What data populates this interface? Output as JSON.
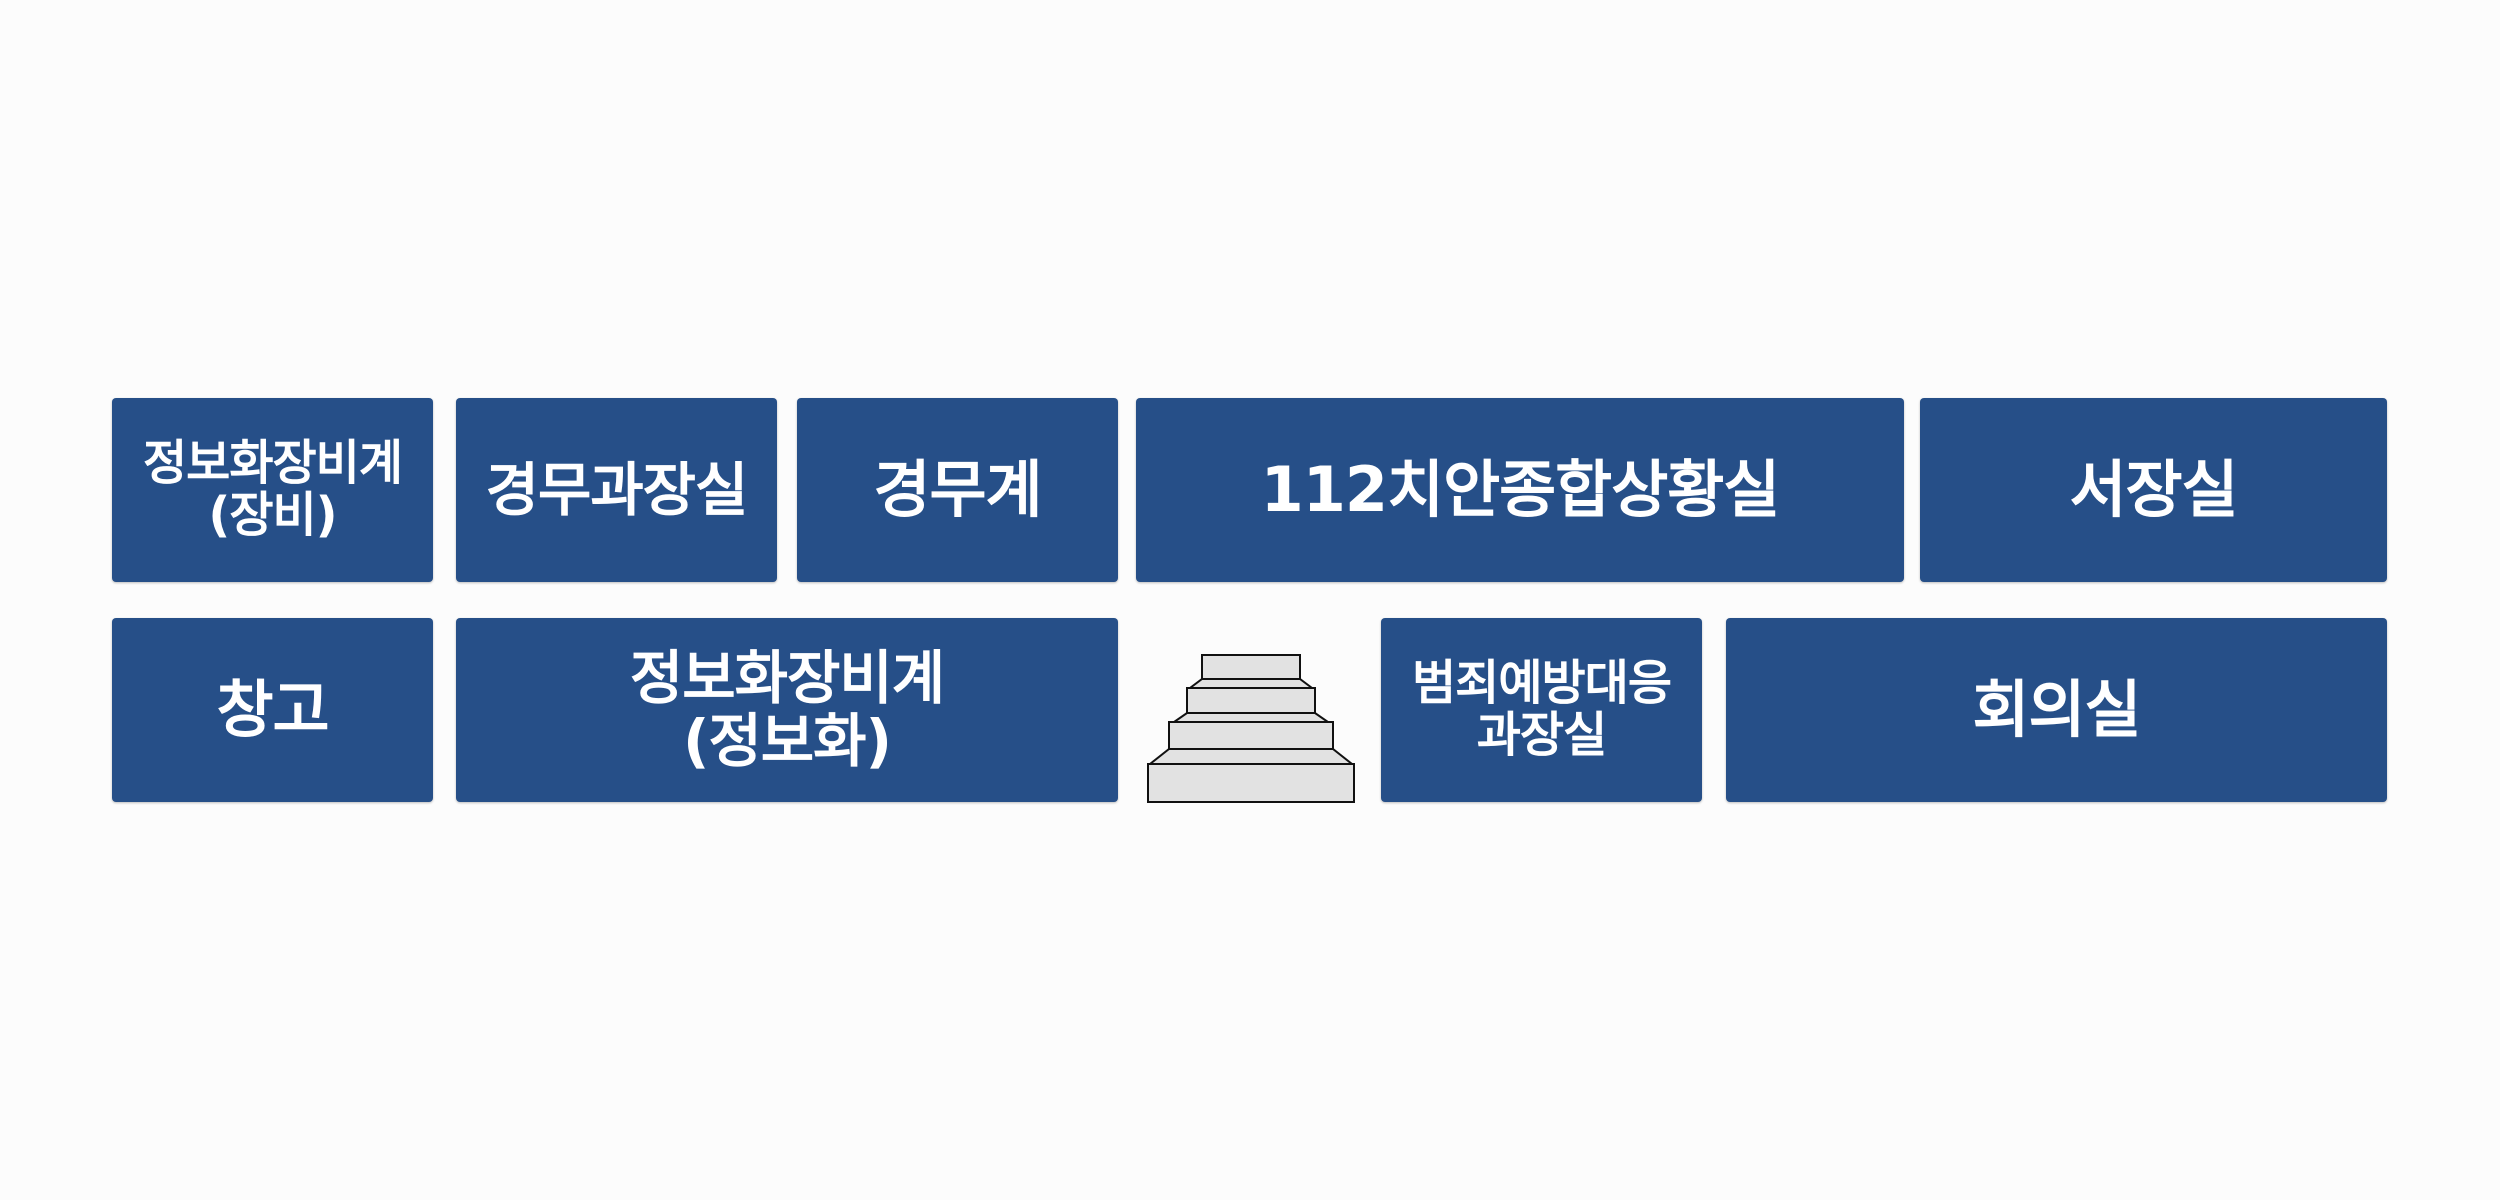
{
  "colors": {
    "room_fill": "#264f88",
    "room_text": "#ffffff",
    "background": "#fcfcfc",
    "stair_fill": "#e2e2e2",
    "stair_stroke": "#111111"
  },
  "rooms": {
    "info_equipment": "정보화장비계\n(장비)",
    "admin_chief_office": "경무과장실",
    "admin_team": "경무계",
    "situation_room": "112치안종합상황실",
    "chief_office": "서장실",
    "storage": "창고",
    "info_team": "정보화장비계\n(정보화)",
    "crime_prevention_chief_office": "범죄예방대응\n과장실",
    "meeting_room": "회의실"
  },
  "stairs": {
    "icon": "stairs-icon"
  }
}
